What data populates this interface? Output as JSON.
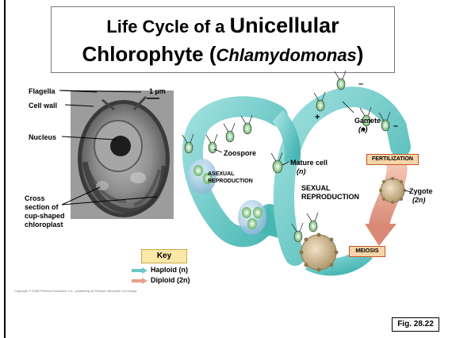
{
  "title": {
    "line1_prefix": "Life Cycle of a ",
    "line1_big": "Unicellular",
    "line2_main": "Chlorophyte (",
    "line2_italic": "Chlamydomonas",
    "line2_end": ")"
  },
  "micrograph": {
    "labels": {
      "flagella": "Flagella",
      "cell_wall": "Cell wall",
      "nucleus": "Nucleus",
      "chloroplast_1": "Cross",
      "chloroplast_2": "section of",
      "chloroplast_3": "cup-shaped",
      "chloroplast_4": "chloroplast"
    },
    "scale_bar": "1 µm"
  },
  "cycle": {
    "zoospore": "Zoospore",
    "asexual_1": "ASEXUAL",
    "asexual_2": "REPRODUCTION",
    "mature_cell": "Mature cell",
    "mature_cell_n": "(n)",
    "sexual_1": "SEXUAL",
    "sexual_2": "REPRODUCTION",
    "gamete": "Gamete",
    "gamete_n": "(n)",
    "plus": "+",
    "minus": "–",
    "fertilization": "FERTILIZATION",
    "zygote": "Zygote",
    "zygote_2n": "(2n)",
    "meiosis": "MEIOSIS"
  },
  "key": {
    "title": "Key",
    "haploid": "Haploid (n)",
    "diploid": "Diploid (2n)",
    "haploid_color": "#6cc7c4",
    "diploid_color": "#e8a08a"
  },
  "copyright": "Copyright © 2008 Pearson Education, Inc., publishing as Pearson Benjamin Cummings.",
  "figure_label": "Fig. 28.22"
}
